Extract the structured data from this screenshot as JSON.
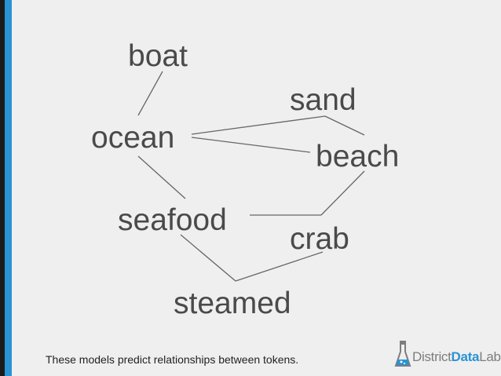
{
  "words": {
    "boat": "boat",
    "sand": "sand",
    "ocean": "ocean",
    "beach": "beach",
    "seafood": "seafood",
    "crab": "crab",
    "steamed": "steamed"
  },
  "caption": "These models predict relationships between tokens.",
  "logo": {
    "part1": "District",
    "part2": "Data",
    "part3": "Labs"
  },
  "edges": [
    [
      "boat",
      "ocean"
    ],
    [
      "ocean",
      "sand"
    ],
    [
      "ocean",
      "beach"
    ],
    [
      "sand",
      "beach"
    ],
    [
      "ocean",
      "seafood"
    ],
    [
      "seafood",
      "crab"
    ],
    [
      "beach",
      "crab"
    ],
    [
      "seafood",
      "steamed"
    ],
    [
      "steamed",
      "crab"
    ]
  ],
  "colors": {
    "accent": "#2a93d5",
    "text": "#4a4a4a",
    "background": "#efefef"
  }
}
